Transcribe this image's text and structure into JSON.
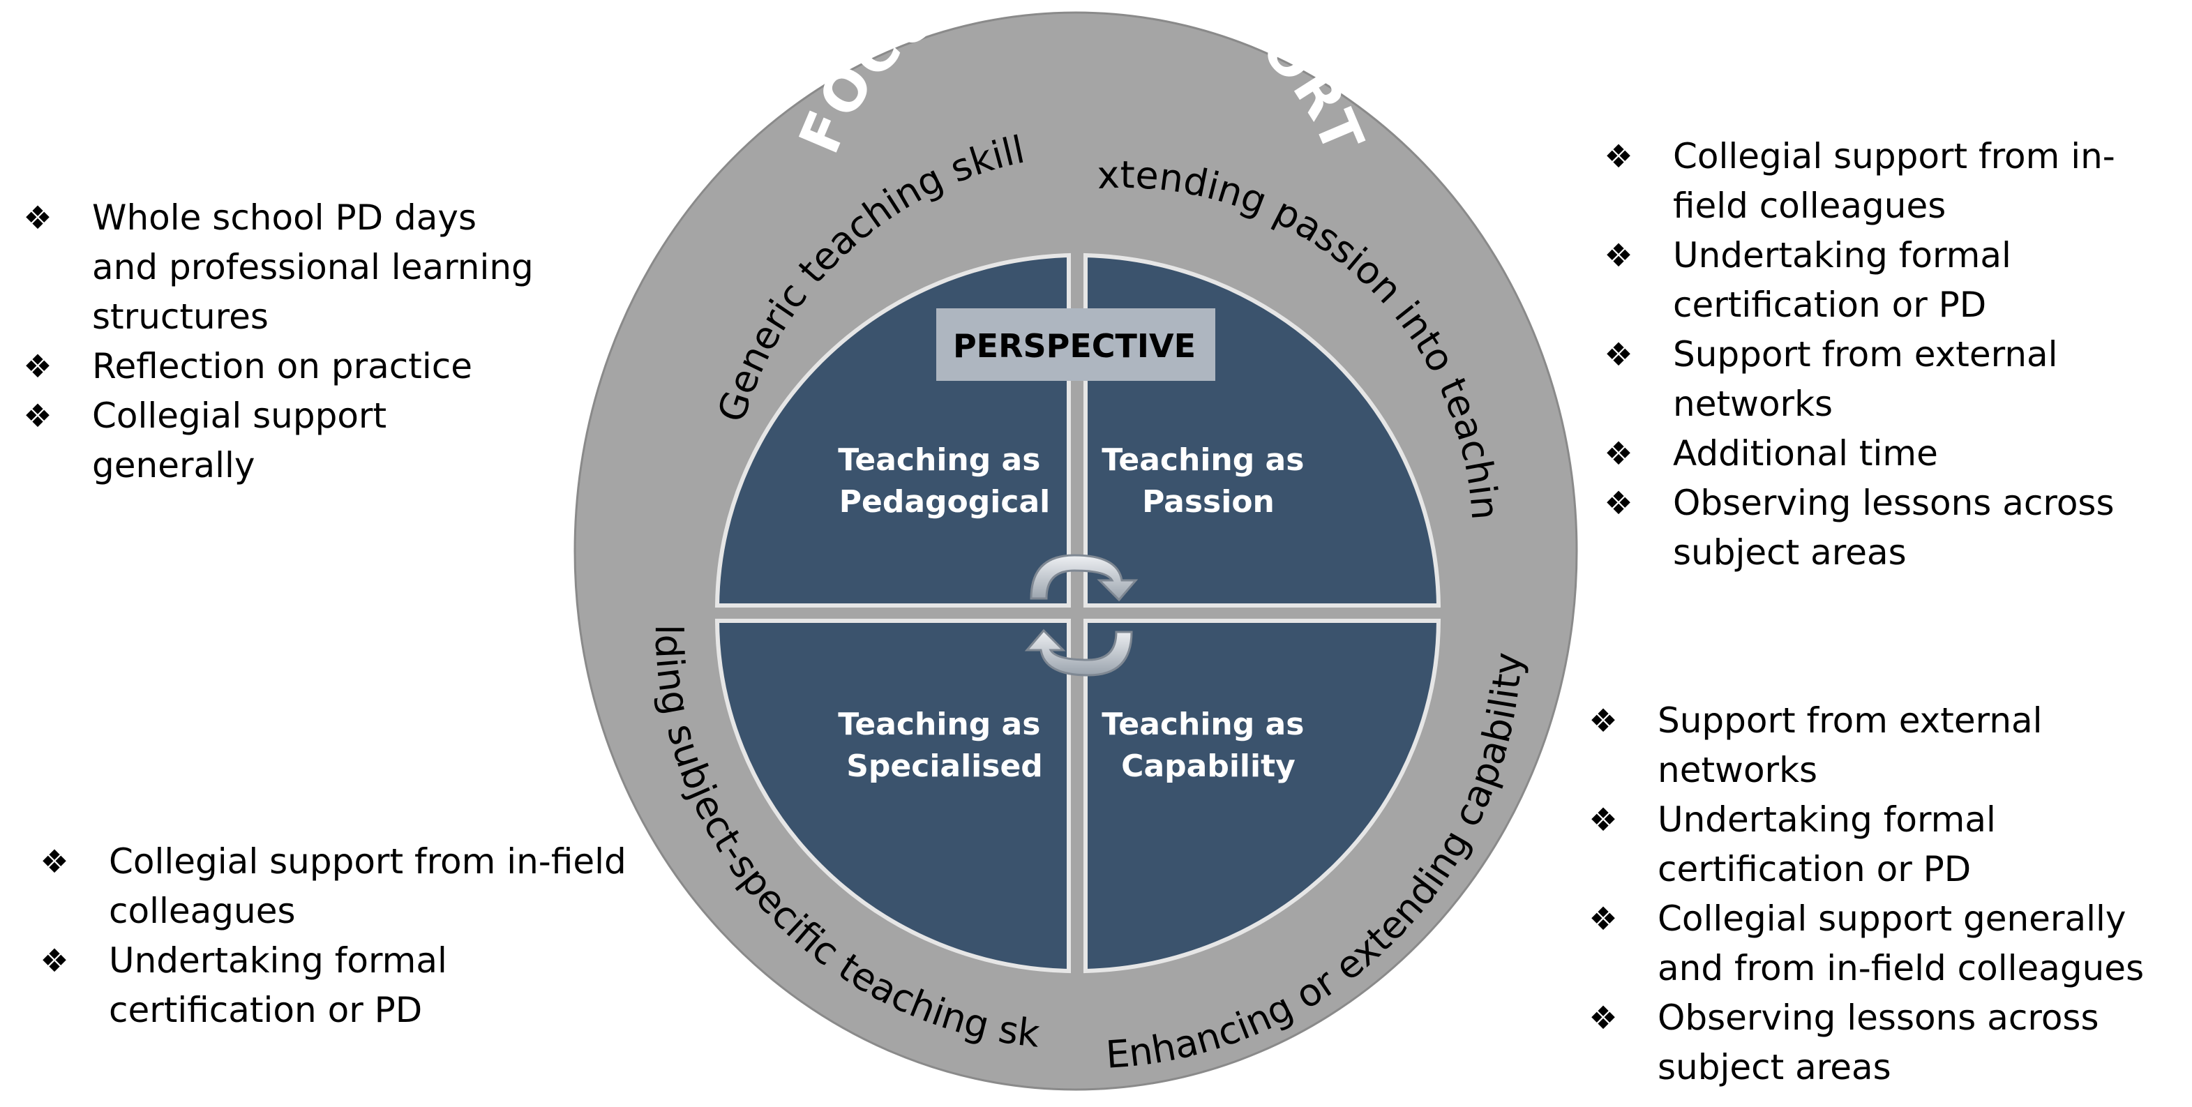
{
  "diagram": {
    "title": "FOCUS OF SUPPORT",
    "perspective": "PERSPECTIVE",
    "ring_labels": {
      "top_left": "Generic teaching skills",
      "top_right": "Extending passion into teaching",
      "bottom_left": "Building subject-specific teaching skills",
      "bottom_right": "Enhancing or extending capability"
    },
    "quadrants": {
      "pedagogical": {
        "line1": "Teaching as",
        "line2": "Pedagogical"
      },
      "passion": {
        "line1": "Teaching as",
        "line2": "Passion"
      },
      "specialised": {
        "line1": "Teaching as",
        "line2": "Specialised"
      },
      "capability": {
        "line1": "Teaching as",
        "line2": "Capability"
      }
    },
    "colors": {
      "outer_ring": "#a5a5a5",
      "quadrant_fill": "#3b536d",
      "perspective_box": "#aeb6c0",
      "divider": "#d9d9d9"
    }
  },
  "lists": {
    "top_left": [
      "Whole school PD days and professional learning structures",
      "Reflection on practice",
      "Collegial support generally"
    ],
    "top_right": [
      "Collegial support from in-field colleagues",
      "Undertaking formal certification or PD",
      "Support from external networks",
      "Additional time",
      "Observing lessons across subject areas"
    ],
    "bottom_left": [
      "Collegial support from in-field colleagues",
      "Undertaking formal certification or PD"
    ],
    "bottom_right": [
      "Support from external networks",
      "Undertaking formal certification or PD",
      "Collegial support generally and from in-field colleagues",
      "Observing lessons across subject areas"
    ],
    "bullet_glyph": "❖"
  }
}
